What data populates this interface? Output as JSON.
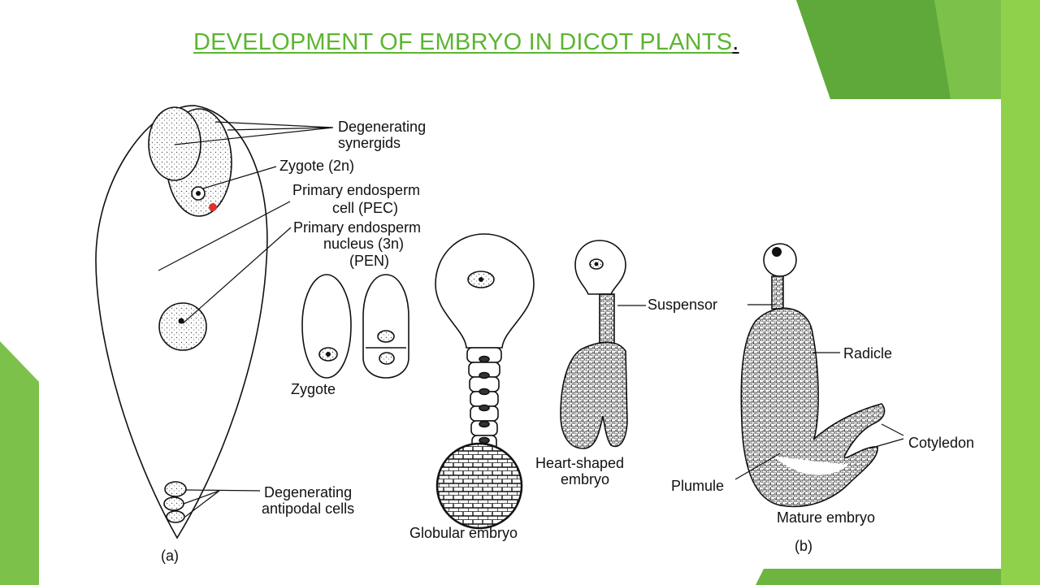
{
  "slide": {
    "title": "DEVELOPMENT  OF  EMBRYO IN DICOT  PLANTS",
    "title_period": ".",
    "colors": {
      "title": "#5cb531",
      "accent_green": "#8ccf3f",
      "dark_green": "#5fa83a"
    }
  },
  "figure": {
    "labels": {
      "degenerating_synergids": [
        "Degenerating",
        "synergids"
      ],
      "zygote_2n": "Zygote (2n)",
      "pec": [
        "Primary endosperm",
        "cell (PEC)"
      ],
      "pen": [
        "Primary endosperm",
        "nucleus (3n)",
        "(PEN)"
      ],
      "zygote": "Zygote",
      "antipodal": [
        "Degenerating",
        "antipodal cells"
      ],
      "panel_a": "(a)",
      "globular": "Globular embryo",
      "heart": [
        "Heart-shaped",
        "embryo"
      ],
      "suspensor": "Suspensor",
      "radicle": "Radicle",
      "cotyledon": "Cotyledon",
      "plumule": "Plumule",
      "mature": "Mature embryo",
      "panel_b": "(b)"
    }
  }
}
